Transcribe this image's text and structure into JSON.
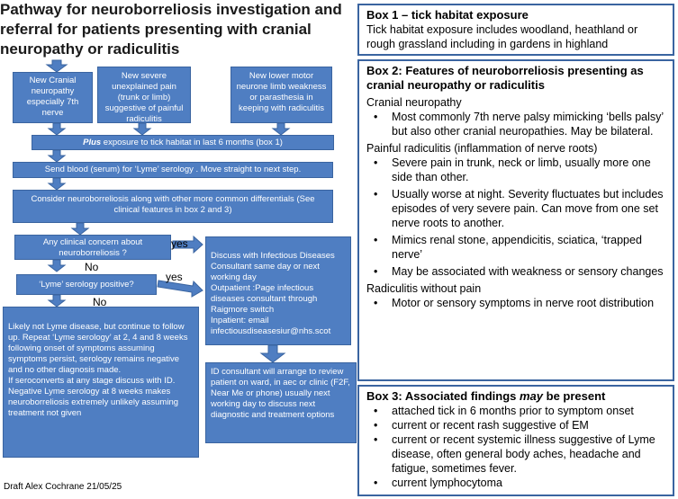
{
  "title": "Pathway for neuroborreliosis investigation and referral for patients presenting with cranial neuropathy or radiculitis",
  "flow": {
    "box_cranial": "New Cranial neuropathy especially 7th nerve",
    "box_pain": "New severe unexplained pain (trunk or limb) suggestive of painful radiculitis",
    "box_lmn": "New lower motor neurone limb weakness or parasthesia in keeping with radiculitis",
    "plus_bold": "Plus",
    "plus_text": " exposure to tick habitat in last 6 months (box 1)",
    "send_blood": "Send blood (serum) for ‘Lyme’ serology . Move straight to next step.",
    "consider": "Consider neuroborreliosis along with other more common differentials (See clinical features in box 2 and 3)",
    "clinical_concern": "Any clinical concern about neuroborreliosis ?",
    "serology_positive": "‘Lyme’ serology positive?",
    "yes1": "yes",
    "no1": "No",
    "yes2": "yes",
    "no2": "No",
    "discuss_id": "Discuss with  Infectious Diseases Consultant same day or next working day\nOutpatient :Page infectious diseases consultant through Raigmore switch\nInpatient: email infectiousdiseasesiur@nhs.scot",
    "id_review": "ID consultant will arrange to review patient on ward, in aec or clinic  (F2F, Near Me or phone) usually next working day to discuss next diagnostic and treatment options",
    "unlikely": "Likely not Lyme disease, but continue to follow up. Repeat ‘Lyme serology’ at 2, 4 and 8 weeks following onset of symptoms assuming symptoms persist, serology remains negative and no other diagnosis made.\nIf seroconverts at any stage discuss with ID.\nNegative Lyme serology at 8 weeks makes neuroborreliosis extremely unlikely assuming treatment not given"
  },
  "box1": {
    "heading": "Box 1 – tick habitat exposure",
    "text": "Tick habitat exposure includes woodland, heathland or rough grassland including in gardens in highland"
  },
  "box2": {
    "heading": "Box 2: Features of neuroborreliosis presenting as cranial neuropathy or radiculitis",
    "cranial_title": "Cranial neuropathy",
    "cranial_items": [
      "Most commonly 7th nerve palsy mimicking ‘bells palsy’ but also other cranial neuropathies. May be bilateral."
    ],
    "painful_title": "Painful radiculitis (inflammation of nerve roots)",
    "painful_items": [
      "Severe pain in trunk, neck or limb, usually more one side than other.",
      "Usually worse at night. Severity fluctuates but includes episodes of very severe pain. Can move from one set nerve roots to another.",
      "Mimics renal stone, appendicitis, sciatica, ‘trapped nerve’",
      "May be associated with weakness or sensory changes"
    ],
    "without_title": "Radiculitis without pain",
    "without_items": [
      "Motor or sensory symptoms in nerve root distribution"
    ]
  },
  "box3": {
    "heading_pre": "Box 3:  Associated findings ",
    "heading_em": "may",
    "heading_post": " be present",
    "items": [
      "attached tick in 6 months prior to symptom onset",
      "current or recent rash suggestive of EM",
      "current or recent systemic illness suggestive of Lyme disease, often general body aches, headache and fatigue, sometimes fever.",
      "current lymphocytoma"
    ]
  },
  "footer": "Draft Alex Cochrane 21/05/25",
  "colors": {
    "box_fill": "#4f7ec2",
    "box_border": "#3a64a0"
  }
}
